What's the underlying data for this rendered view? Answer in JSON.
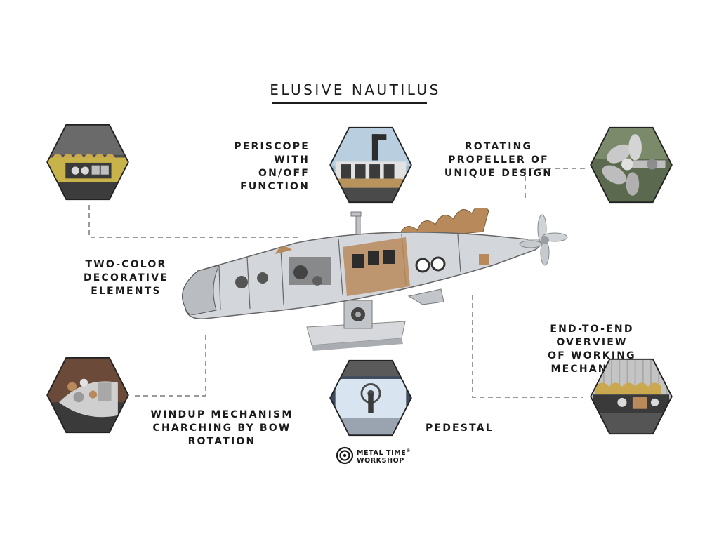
{
  "title": "ELUSIVE NAUTILUS",
  "labels": {
    "periscope": "PERISCOPE WITH\nON/OFF FUNCTION",
    "propeller": "ROTATING PROPELLER OF\nUNIQUE DESIGN",
    "two_color": "TWO-COLOR DECORATIVE\nELEMENTS",
    "overview": "END-TO-END OVERVIEW\nOF WORKING MECHANISM",
    "windup": "WINDUP MECHANISM\nCHARCHING BY BOW ROTATION",
    "pedestal": "PEDESTAL"
  },
  "logo": {
    "line1": "METAL TIME",
    "line2": "WORKSHOP",
    "mark": "®"
  },
  "colors": {
    "brass": "#b8895a",
    "steel": "#c9ccd0",
    "dark": "#2a2a2a",
    "dash": "#9a9a9a"
  }
}
